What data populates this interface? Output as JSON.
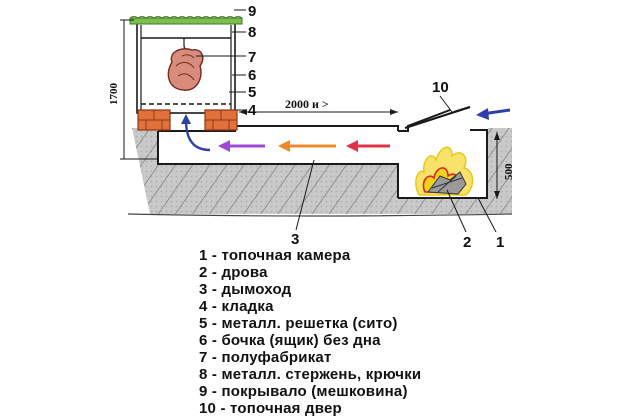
{
  "colors": {
    "outline": "#1a1a1a",
    "brick": "#e2703a",
    "ground_hatch": "#6b6b6b",
    "arrow_purple": "#a04ad8",
    "arrow_orange": "#ef8a2c",
    "arrow_red": "#e0334a",
    "arrow_blue": "#2f3fa8",
    "flame_yellow": "#f3d21c",
    "flame_red": "#d92a2a",
    "burlap": "#7bbd4e",
    "meat": "#d98b7c"
  },
  "callouts": {
    "n1": "1",
    "n2": "2",
    "n3": "3",
    "n4": "4",
    "n5": "5",
    "n6": "6",
    "n7": "7",
    "n8": "8",
    "n9": "9",
    "n10": "10"
  },
  "dimensions": {
    "height": "1700",
    "chimney_length": "2000 и >",
    "firebox_height": "500"
  },
  "legend": [
    "1 - топочная камера",
    "2 - дрова",
    "3 - дымоход",
    "4 - кладка",
    "5 - металл. решетка (сито)",
    "6 - бочка (ящик) без дна",
    "7 - полуфабрикат",
    "8 - металл. стержень, крючки",
    "9 - покрывало (мешковина)",
    "10 - топочная двер"
  ],
  "icons": [
    "smoke-flow-arrow",
    "air-intake-arrow",
    "fire-icon",
    "firewood-icon",
    "meat-icon"
  ]
}
